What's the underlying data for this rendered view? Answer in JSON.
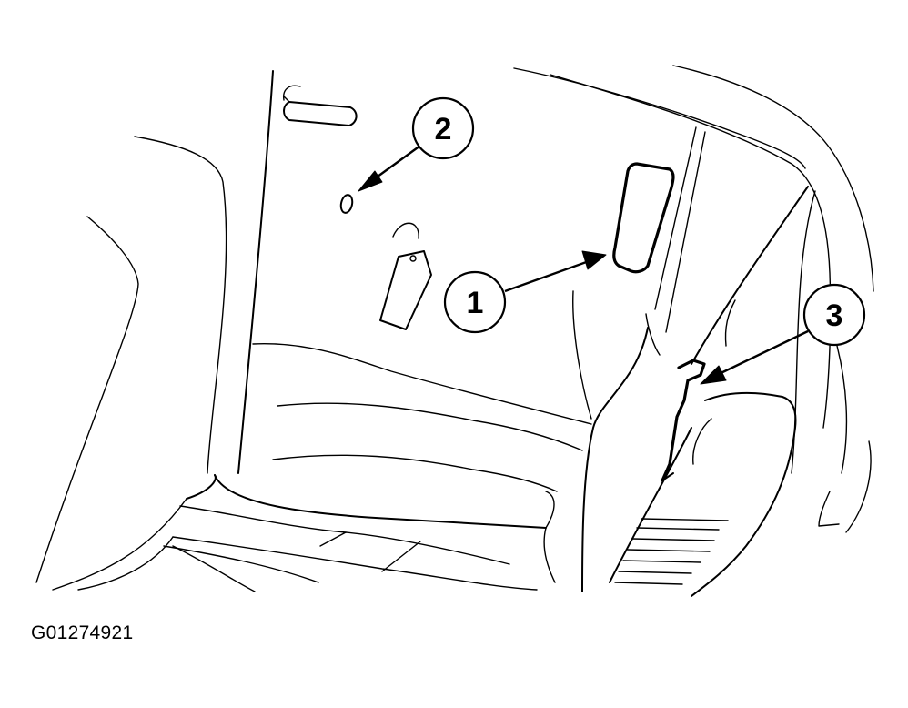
{
  "figure_id": "G01274921",
  "callouts": [
    {
      "label": "1",
      "target": "rectangular-pad"
    },
    {
      "label": "2",
      "target": "small-grommet"
    },
    {
      "label": "3",
      "target": "trim-clip"
    }
  ],
  "colors": {
    "line": "#000000",
    "background": "#ffffff"
  }
}
